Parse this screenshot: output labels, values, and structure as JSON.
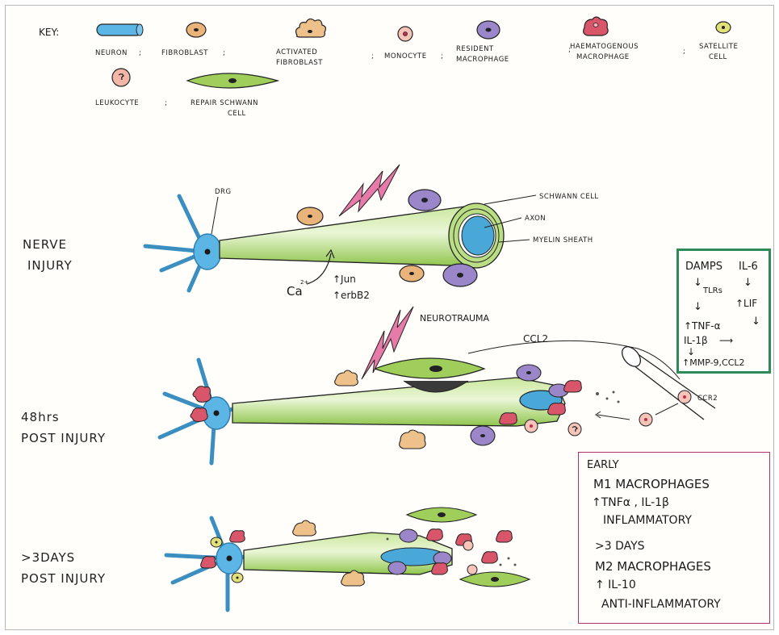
{
  "key": {
    "title": "KEY:",
    "items": [
      {
        "label": "NEURON",
        "sep": ";"
      },
      {
        "label": "FIBROBLAST",
        "sep": ";"
      },
      {
        "label": "ACTIVATED",
        "label2": "FIBROBLAST",
        "sep": ";"
      },
      {
        "label": "MONOCYTE",
        "sep": ";"
      },
      {
        "label": "RESIDENT",
        "label2": "MACROPHAGE",
        "sep": ";"
      },
      {
        "label": "HAEMATOGENOUS",
        "label2": "MACROPHAGE",
        "sep": ";"
      },
      {
        "label": "SATELLITE",
        "label2": "CELL"
      },
      {
        "label": "LEUKOCYTE",
        "sep": ";"
      },
      {
        "label": "REPAIR SCHWANN",
        "label2": "CELL"
      }
    ]
  },
  "stages": {
    "nerve_injury": {
      "line1": "NERVE",
      "line2": "INJURY"
    },
    "hrs_48": {
      "line1": "48hrs",
      "line2": "POST INJURY"
    },
    "days_3": {
      "line1": ">3DAYS",
      "line2": "POST INJURY"
    }
  },
  "panel1": {
    "drg": "DRG",
    "schwann_cell": "SCHWANN CELL",
    "axon": "AXON",
    "myelin_sheath": "MYELIN SHEATH",
    "ca": "Ca",
    "ca_sup": "2+",
    "jun": "↑Jun",
    "erbb2": "↑erbB2"
  },
  "panel2": {
    "neurotrauma": "NEUROTRAUMA",
    "ccl2": "CCL2",
    "ccr2": "CCR2"
  },
  "signal_box": {
    "damps": "DAMPS",
    "il6": "IL-6",
    "tlrs": "TLRs",
    "lif": "↑LIF",
    "tnfa": "↑TNF-α",
    "il1b": "IL-1β",
    "mmp": "↑MMP-9,CCL2"
  },
  "macrophage_box": {
    "early": "EARLY",
    "m1": "M1 MACROPHAGES",
    "m1_cytokines": "↑TNFα , IL-1β",
    "inflammatory": "INFLAMMATORY",
    "days": ">3 DAYS",
    "m2": "M2 MACROPHAGES",
    "il10": "↑ IL-10",
    "anti": "ANTI-INFLAMMATORY"
  },
  "colors": {
    "neuron_blue": "#4aa8d8",
    "fibroblast": "#e9b37a",
    "activated_fibroblast": "#eec08a",
    "monocyte": "#f0b3a8",
    "resident_macrophage": "#9a86c8",
    "haematogenous_macrophage": "#d9556a",
    "satellite": "#e3e07a",
    "schwann_green": "#9fcf5a",
    "lightning": "#e67aa8",
    "green_box": "#2e8b57",
    "red_box": "#b0306a"
  }
}
